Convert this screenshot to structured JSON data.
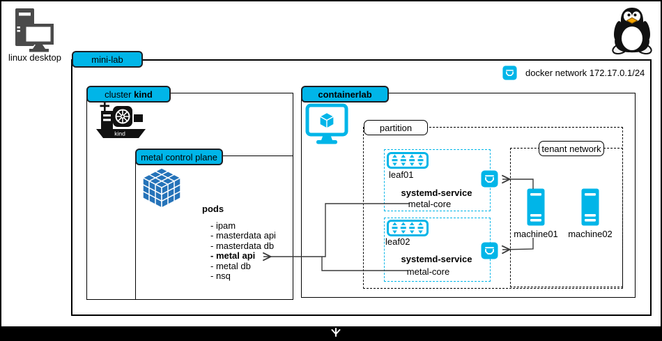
{
  "colors": {
    "accent_cyan": "#00b5e8",
    "cube_blue": "#2573b9",
    "icon_gray": "#4a4a4a",
    "connector": "#3a3a3a"
  },
  "desktop": {
    "label": "linux desktop"
  },
  "minilab": {
    "label": "mini-lab"
  },
  "legend": {
    "docker_network_label": "docker network 172.17.0.1/24"
  },
  "cluster_kind": {
    "label_text": "cluster",
    "label_bold": "kind",
    "ship_text": "kind"
  },
  "metal_control_plane": {
    "label": "metal control plane",
    "pods_title": "pods",
    "pods": [
      "- ipam",
      "- masterdata api",
      "- masterdata db",
      "- metal api",
      "- metal db",
      "- nsq"
    ]
  },
  "containerlab": {
    "label": "containerlab"
  },
  "partition": {
    "label": "partition"
  },
  "tenant_network": {
    "label": "tenant network"
  },
  "leaf01": {
    "label": "leaf01",
    "service_title": "systemd-service",
    "service_name": "metal-core"
  },
  "leaf02": {
    "label": "leaf02",
    "service_title": "systemd-service",
    "service_name": "metal-core"
  },
  "machine01": {
    "label": "machine01"
  },
  "machine02": {
    "label": "machine02"
  }
}
